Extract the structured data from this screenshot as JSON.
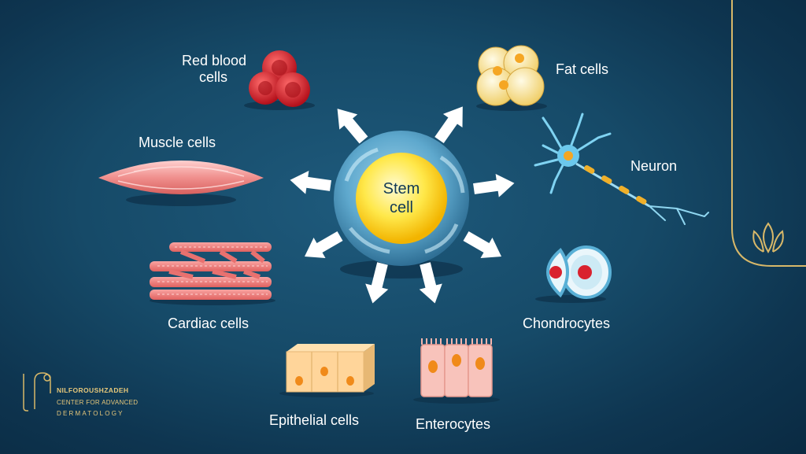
{
  "center": {
    "line1": "Stem",
    "line2": "cell"
  },
  "labels": {
    "red_blood_1": "Red blood",
    "red_blood_2": "cells",
    "fat": "Fat cells",
    "muscle": "Muscle cells",
    "neuron": "Neuron",
    "cardiac": "Cardiac cells",
    "chondrocytes": "Chondrocytes",
    "epithelial": "Epithelial cells",
    "enterocytes": "Enterocytes"
  },
  "brand": {
    "name": "NILFOROUSHZADEH",
    "line2": "CENTER FOR ADVANCED",
    "line3": "DERMATOLOGY"
  },
  "colors": {
    "background": "#164a68",
    "accent_gold": "#d8b869",
    "label": "#ffffff"
  }
}
